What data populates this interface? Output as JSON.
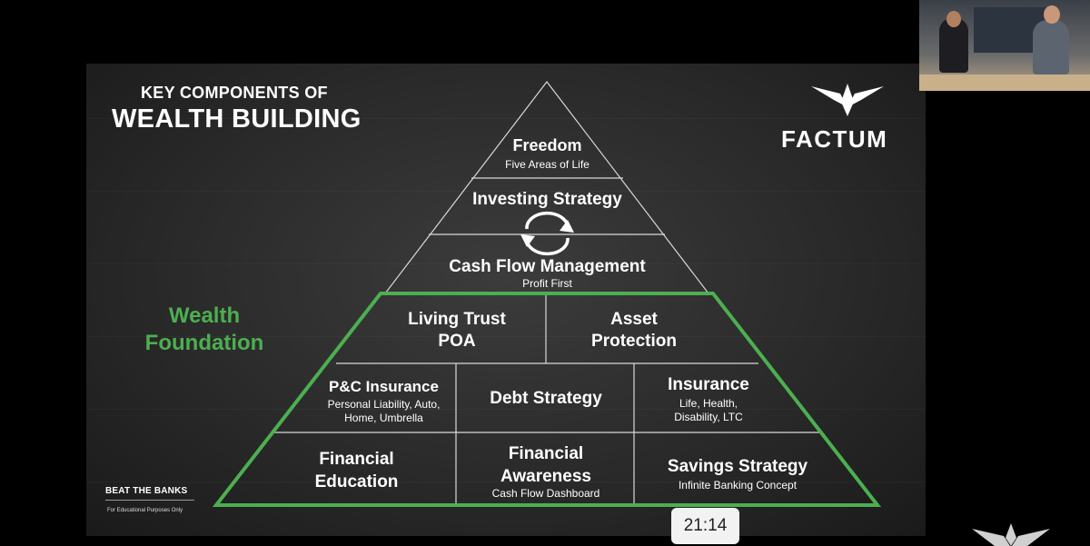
{
  "slide": {
    "title_small": "KEY COMPONENTS OF",
    "title_big": "WEALTH BUILDING",
    "wealth_label_line1": "Wealth",
    "wealth_label_line2": "Foundation",
    "brand": "FACTUM",
    "accent_color": "#4caf50",
    "footer_logo": "BEAT THE BANKS",
    "footer_note": "For Educational Purposes Only"
  },
  "pyramid": {
    "freedom": {
      "title": "Freedom",
      "sub": "Five Areas of Life"
    },
    "investing": {
      "title": "Investing Strategy"
    },
    "cashflow": {
      "title": "Cash Flow Management",
      "sub": "Profit First"
    },
    "living_trust": {
      "line1": "Living Trust",
      "line2": "POA"
    },
    "asset": {
      "line1": "Asset",
      "line2": "Protection"
    },
    "pc_insurance": {
      "title": "P&C Insurance",
      "sub1": "Personal Liability, Auto,",
      "sub2": "Home, Umbrella"
    },
    "debt": {
      "title": "Debt Strategy"
    },
    "insurance": {
      "title": "Insurance",
      "sub1": "Life, Health,",
      "sub2": "Disability, LTC"
    },
    "fin_education": {
      "line1": "Financial",
      "line2": "Education"
    },
    "fin_awareness": {
      "line1": "Financial",
      "line2": "Awareness",
      "sub": "Cash Flow Dashboard"
    },
    "savings": {
      "title": "Savings Strategy",
      "sub": "Infinite Banking Concept"
    }
  },
  "overlay": {
    "timer": "21:14"
  }
}
